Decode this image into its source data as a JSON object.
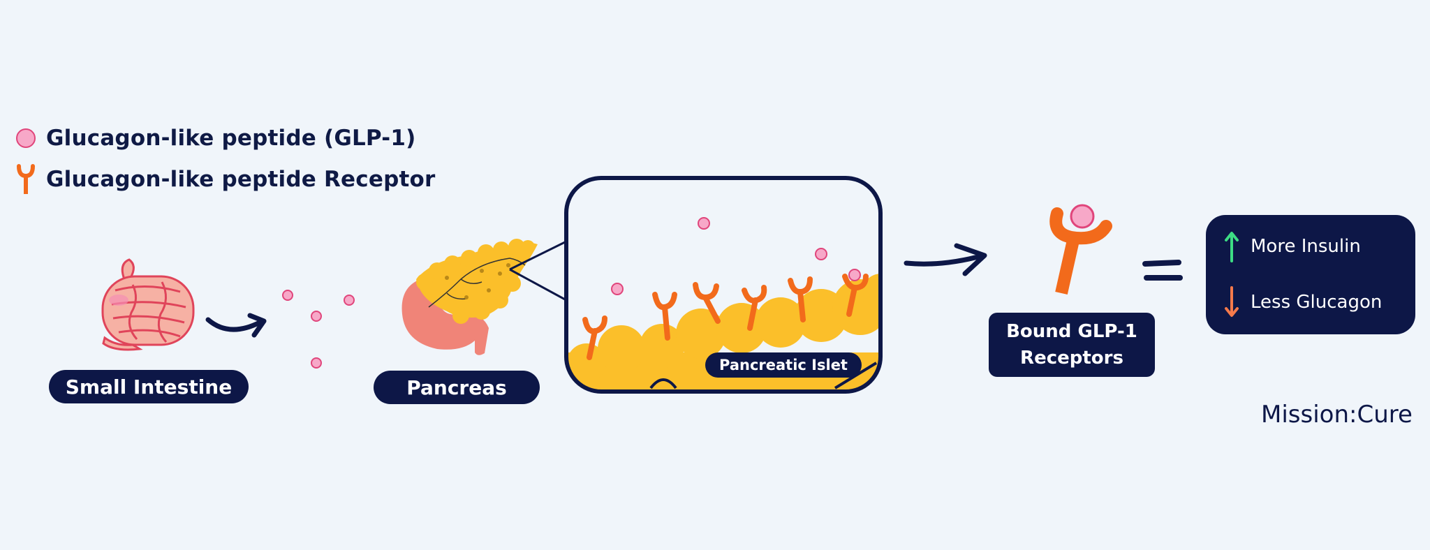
{
  "legend": {
    "glp1_label": "Glucagon-like peptide (GLP-1)",
    "receptor_label": "Glucagon-like peptide Receptor"
  },
  "labels": {
    "small_intestine": "Small Intestine",
    "pancreas": "Pancreas",
    "pancreatic_islet": "Pancreatic Islet",
    "bound_receptors_line1": "Bound GLP-1",
    "bound_receptors_line2": "Receptors"
  },
  "result": {
    "more_insulin": "More Insulin",
    "less_glucagon": "Less Glucagon"
  },
  "brand": "Mission:Cure",
  "colors": {
    "background": "#f0f5fa",
    "navy": "#0d1747",
    "receptor_orange": "#f26a1b",
    "glp1_pink": "#f7a8c8",
    "islet_yellow": "#fbbf2a",
    "intestine_pink": "#f6b1a4",
    "pancreas_body": "#f08478",
    "up_arrow_green": "#3ddc84",
    "down_arrow_orange": "#f57a4b"
  },
  "icons": [
    "glp1-molecule-icon",
    "receptor-icon",
    "small-intestine-icon",
    "pancreas-icon",
    "up-arrow-icon",
    "down-arrow-icon"
  ]
}
